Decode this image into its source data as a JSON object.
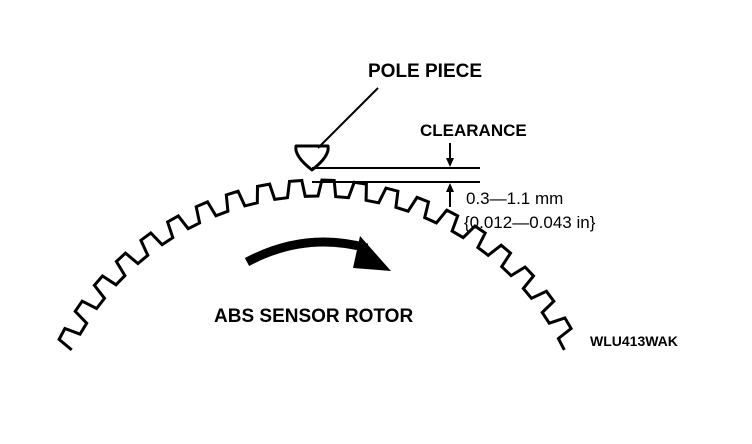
{
  "labels": {
    "pole_piece": "POLE PIECE",
    "clearance": "CLEARANCE",
    "range_mm": "0.3—1.1 mm",
    "range_in": "{0.012—0.043 in}",
    "rotor": "ABS SENSOR ROTOR",
    "figure_code": "WLU413WAK"
  },
  "rotor": {
    "tooth_count": 20
  }
}
